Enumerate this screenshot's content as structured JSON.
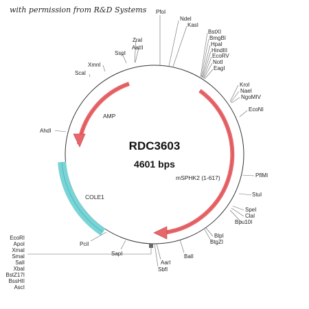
{
  "credit": "with permission from R&D Systems",
  "plasmid": {
    "name": "RDC3603",
    "size": "4601 bps"
  },
  "colors": {
    "backbone": "#333333",
    "orf_arrow": "#e8666a",
    "origin": "#79d4d6"
  },
  "features": [
    {
      "label": "AMP",
      "type": "arrow"
    },
    {
      "label": "mSPHK2 (1-617)",
      "type": "arrow"
    },
    {
      "label": "COLE1",
      "type": "box"
    }
  ],
  "sites": {
    "top": [
      "PfoI",
      "NdeI",
      "KasI"
    ],
    "mcs_right": [
      "BstXI",
      "BmgBI",
      "HpaI",
      "HindIII",
      "EcoRV",
      "NotI",
      "EagI"
    ],
    "right_upper": [
      "KroI",
      "NaeI",
      "NgoMIV"
    ],
    "right": [
      "EcoNI",
      "PflMI",
      "StuI"
    ],
    "right_lower": [
      "SpeI",
      "ClaI",
      "Bpu10I"
    ],
    "bottom_right": [
      "BlpI",
      "BtgZI",
      "BalI"
    ],
    "bottom": [
      "AarI",
      "SbfI",
      "SapI",
      "PciI"
    ],
    "left": [
      "AhdI",
      "ScaI",
      "XmnI",
      "SspI",
      "ZraI",
      "AatII"
    ],
    "mcs_left": [
      "EcoRI",
      "ApoI",
      "XmaI",
      "SmaI",
      "SalI",
      "XbaI",
      "BstZ17I",
      "BssHII",
      "AscI"
    ]
  }
}
